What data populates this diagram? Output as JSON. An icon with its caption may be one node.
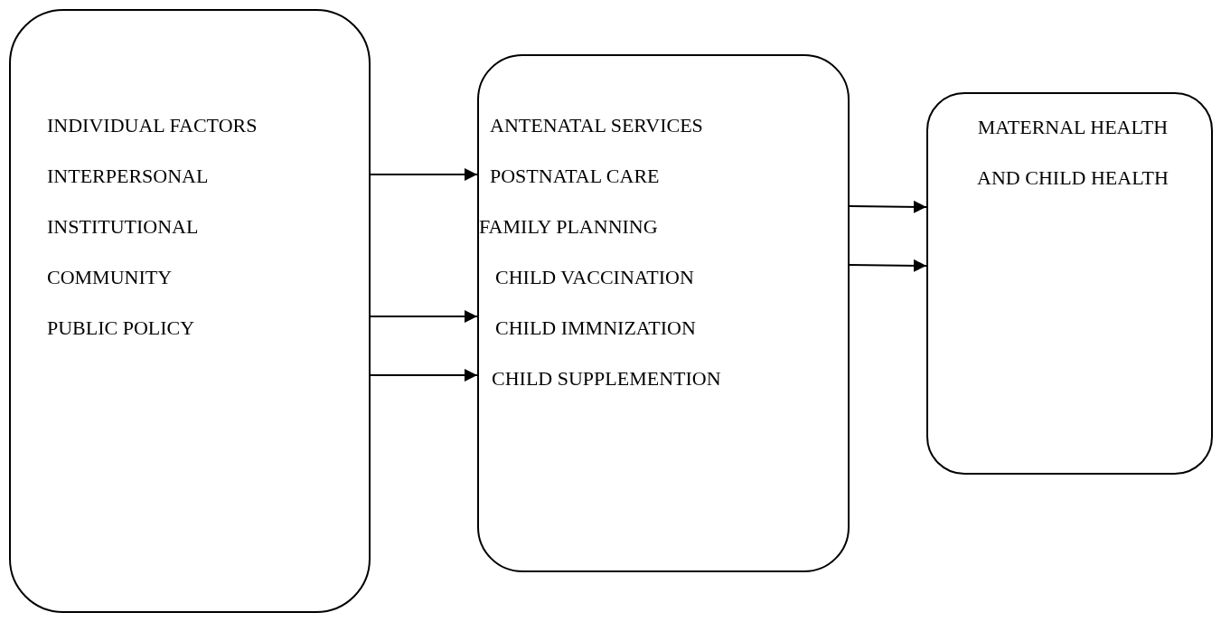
{
  "diagram": {
    "nodes": [
      {
        "text": [
          "INDIVIDUAL FACTORS",
          "INTERPERSONAL",
          "INSTITUTIONAL",
          "COMMUNITY",
          "PUBLIC POLICY"
        ]
      },
      {
        "text": [
          "ANTENATAL SERVICES",
          "POSTNATAL CARE",
          "FAMILY PLANNING",
          "CHILD VACCINATION",
          "CHILD IMMNIZATION",
          "CHILD SUPPLEMENTION"
        ]
      },
      {
        "text": [
          "MATERNAL HEALTH AND CHILD HEALTH"
        ]
      }
    ],
    "edges": [
      {
        "from": 0,
        "to": 1,
        "arrow": "to"
      },
      {
        "from": 0,
        "to": 1,
        "arrow": "to"
      },
      {
        "from": 0,
        "to": 1,
        "arrow": "to"
      },
      {
        "from": 1,
        "to": 2,
        "arrow": "to"
      },
      {
        "from": 1,
        "to": 2,
        "arrow": "to"
      }
    ]
  }
}
